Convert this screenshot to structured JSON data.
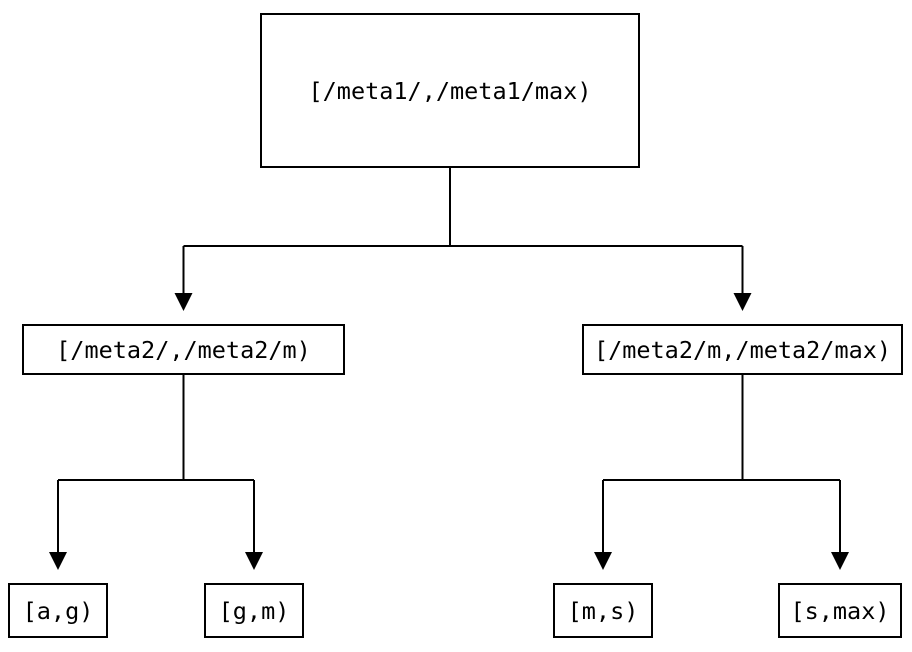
{
  "diagram": {
    "type": "tree",
    "colors": {
      "foreground": "#000000",
      "background": "#ffffff"
    },
    "root": {
      "label": "[/meta1/,/meta1/max)",
      "children": [
        {
          "label": "[/meta2/,/meta2/m)",
          "children": [
            {
              "label": "[a,g)"
            },
            {
              "label": "[g,m)"
            }
          ]
        },
        {
          "label": "[/meta2/m,/meta2/max)",
          "children": [
            {
              "label": "[m,s)"
            },
            {
              "label": "[s,max)"
            }
          ]
        }
      ]
    }
  }
}
